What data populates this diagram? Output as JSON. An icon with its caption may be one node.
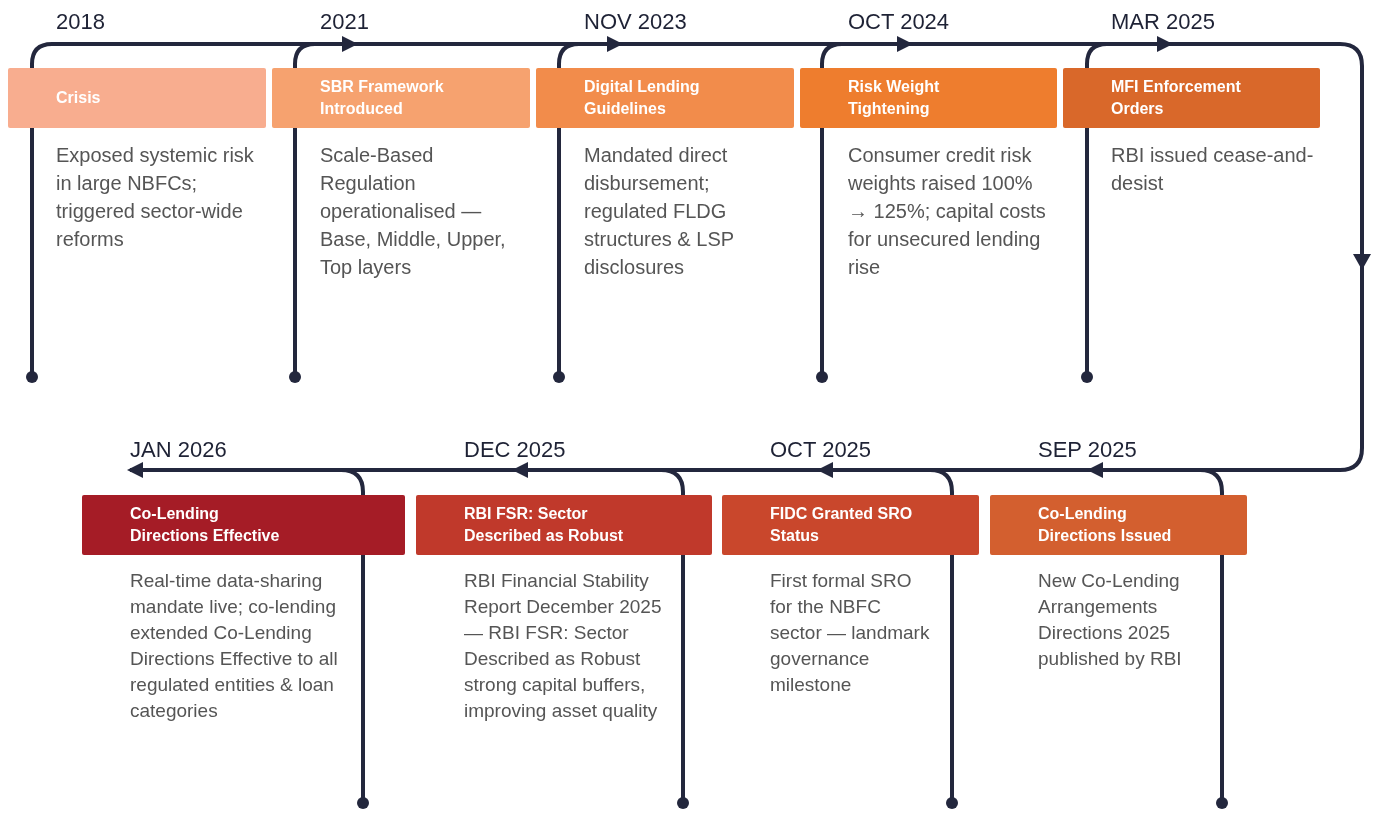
{
  "diagram": {
    "nodes": [
      {
        "text": [
          "Crisis"
        ],
        "beside": [
          "2018",
          "Exposed systemic risk in large NBFCs; triggered sector-wide reforms"
        ]
      },
      {
        "text": [
          "SBR Framework Introduced"
        ],
        "beside": [
          "2021",
          "Scale-Based Regulation operationalised — Base, Middle, Upper, Top layers"
        ]
      },
      {
        "text": [
          "Digital Lending Guidelines"
        ],
        "beside": [
          "NOV 2023",
          "Mandated direct disbursement; regulated FLDG structures & LSP disclosures"
        ]
      },
      {
        "text": [
          "Risk Weight Tightening"
        ],
        "beside": [
          "OCT 2024",
          "Consumer credit risk weights raised 100% → 125%; capital costs for unsecured lending rise"
        ]
      },
      {
        "text": [
          "MFI Enforcement Orders"
        ],
        "beside": [
          "MAR 2025",
          "RBI issued cease-and-desist"
        ]
      },
      {
        "text": [
          "Co-Lending Directions Issued"
        ],
        "beside": [
          "SEP 2025",
          "New Co-Lending Arrangements Directions 2025 published by RBI"
        ]
      },
      {
        "text": [
          "FIDC Granted SRO Status"
        ],
        "beside": [
          "OCT 2025",
          "First formal SRO for the NBFC sector — landmark governance milestone"
        ]
      },
      {
        "text": [
          "RBI FSR: Sector Described as Robust"
        ],
        "beside": [
          "DEC 2025",
          "RBI Financial Stability Report December 2025 — RBI FSR: Sector Described as Robust strong capital buffers, improving asset quality"
        ]
      },
      {
        "text": [
          "Co-Lending Directions Effective"
        ],
        "beside": [
          "JAN 2026",
          "Real-time data-sharing mandate live; co-lending extended Co-Lending Directions Effective to all regulated entities & loan categories"
        ]
      }
    ]
  }
}
